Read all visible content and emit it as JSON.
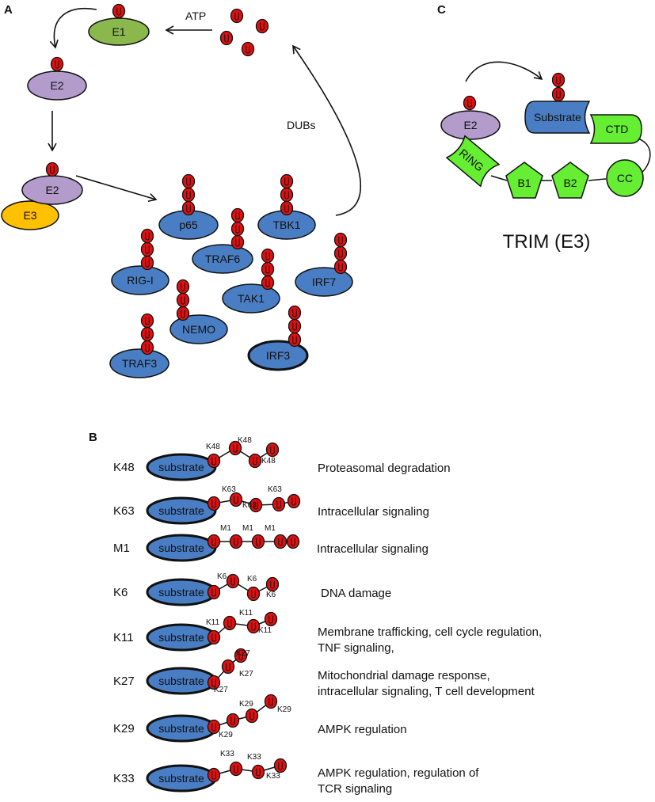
{
  "colors": {
    "ubiquitin": "#e01010",
    "protein_blue": "#4a7ec4",
    "e1_green": "#8ab84c",
    "e2_purple": "#b39ccc",
    "e3_yellow": "#ffc000",
    "trim_green": "#66ee33",
    "outline": "#111111"
  },
  "panel_a": {
    "letter": "A",
    "e1": "E1",
    "e2": "E2",
    "e2_complex": "E2",
    "e3": "E3",
    "atp": "ATP",
    "dubs": "DUBs",
    "substrates": [
      "p65",
      "TBK1",
      "TRAF6",
      "RIG-I",
      "IRF7",
      "TAK1",
      "NEMO",
      "TRAF3",
      "IRF3"
    ]
  },
  "panel_b": {
    "letter": "B",
    "rows": [
      {
        "type": "K48",
        "substrate": "substrate",
        "links": [
          "K48",
          "K48",
          "K48"
        ],
        "function": [
          "Proteasomal degradation"
        ]
      },
      {
        "type": "K63",
        "substrate": "substrate",
        "links": [
          "K63",
          "K63",
          "K63"
        ],
        "function": [
          "Intracellular signaling"
        ]
      },
      {
        "type": "M1",
        "substrate": "substrate",
        "links": [
          "M1",
          "M1",
          "M1"
        ],
        "function": [
          "Intracellular signaling"
        ]
      },
      {
        "type": "K6",
        "substrate": "substrate",
        "links": [
          "K6",
          "K6",
          "K6"
        ],
        "function": [
          "DNA damage"
        ]
      },
      {
        "type": "K11",
        "substrate": "substrate",
        "links": [
          "K11",
          "K11",
          "K11"
        ],
        "function": [
          "Membrane trafficking, cell cycle regulation,",
          "TNF signaling,"
        ]
      },
      {
        "type": "K27",
        "substrate": "substrate",
        "links": [
          "K27",
          "K27",
          "K27"
        ],
        "function": [
          "Mitochondrial damage response,",
          "intracellular signaling, T cell development"
        ]
      },
      {
        "type": "K29",
        "substrate": "substrate",
        "links": [
          "K29",
          "K29",
          "K29"
        ],
        "function": [
          "AMPK regulation"
        ]
      },
      {
        "type": "K33",
        "substrate": "substrate",
        "links": [
          "K33",
          "K33",
          "K33"
        ],
        "function": [
          "AMPK regulation, regulation of",
          "TCR signaling"
        ]
      }
    ]
  },
  "panel_c": {
    "letter": "C",
    "e2": "E2",
    "substrate": "Substrate",
    "ctd": "CTD",
    "ring": "RING",
    "b1": "B1",
    "b2": "B2",
    "cc": "CC",
    "title": "TRIM (E3)"
  }
}
